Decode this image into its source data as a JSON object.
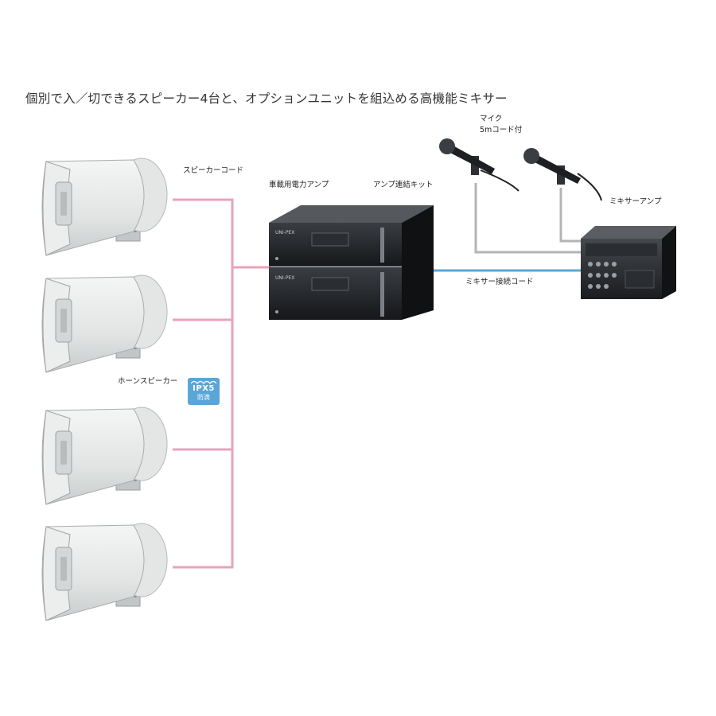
{
  "headline": "個別で入／切できるスピーカー4台と、オプションユニットを組込める高機能ミキサー",
  "labels": {
    "speaker_cord": "スピーカーコード",
    "power_amp": "車載用電力アンプ",
    "amp_link_kit": "アンプ連結キット",
    "mic": "マイク",
    "mic_cord": "5mコード付",
    "mixer_amp": "ミキサーアンプ",
    "mixer_cord": "ミキサー接続コード",
    "horn_speaker": "ホーンスピーカー"
  },
  "badge": {
    "line1": "IPX5",
    "line2": "防滴"
  },
  "amp_brand": "UNI-PEX",
  "colors": {
    "speaker_wire": "#e8a3bd",
    "mixer_wire": "#5aa6d6",
    "mic_wire": "#b4b4b4",
    "badge": "#5aa6d6"
  }
}
